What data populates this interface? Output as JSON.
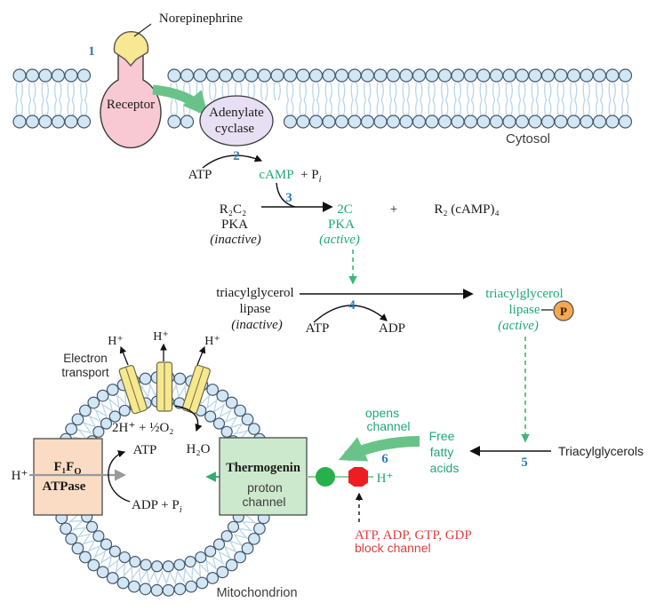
{
  "palette": {
    "bead_fill": "#d3e6f4",
    "bead_stroke": "#44596e",
    "tail": "#b9d6ec",
    "receptor_pink": "#f8c9d2",
    "ligand_yellow": "#f8e793",
    "cyclase_lavender": "#e7dff3",
    "fat_arrow_green": "#69c388",
    "text_green": "#21a877",
    "step_blue": "#2b7dc0",
    "dashed_green": "#3cb878",
    "thermo_arrow_green": "#2fae6e",
    "connector_green": "#8fcf9a",
    "gray_arrow": "#97999c",
    "p_orange": "#f5a94e",
    "red_shape": "#ee1d23",
    "red_text": "#e03e3a",
    "atpase_peach": "#f9dcc3",
    "thermogenin_green": "#cde9cd",
    "channel_yellow": "#f7e88d",
    "open_circle_green": "#27b04b"
  },
  "top": {
    "norepinephrine": "Norepinephrine",
    "step1": "1",
    "receptor": "Receptor",
    "adenylate1": "Adenylate",
    "adenylate2": "cyclase",
    "cytosol": "Cytosol"
  },
  "camp_reaction": {
    "step2": "2",
    "atp": "ATP",
    "camp": "cAMP",
    "plus_p": "+ P",
    "p_sub": "i",
    "step3": "3",
    "r2c2": "R₂C₂",
    "pka": "PKA",
    "inactive": "(inactive)",
    "two_c": "2C",
    "pka2": "PKA",
    "active": "(active)",
    "plus": "+",
    "r2camp4": "R₂ (cAMP)₄"
  },
  "lipase_reaction": {
    "step4": "4",
    "name1": "triacylglycerol",
    "name2": "lipase",
    "state_inactive": "(inactive)",
    "atp": "ATP",
    "adp": "ADP",
    "active1": "triacylglycerol",
    "active2": "lipase",
    "state_active": "(active)",
    "phospho": "P"
  },
  "hydrolysis": {
    "step5": "5",
    "triacylglycerols": "Triacylglycerols",
    "ffa1": "Free",
    "ffa2": "fatty",
    "ffa3": "acids"
  },
  "channel_control": {
    "opens1": "opens",
    "opens2": "channel",
    "step6": "6",
    "h_plus": "H⁺",
    "block1": "ATP, ADP, GTP, GDP",
    "block2": "block channel"
  },
  "mitochondrion": {
    "electron1": "Electron",
    "electron2": "transport",
    "h_out1": "H⁺",
    "h_out2": "H⁺",
    "h_out3": "H⁺",
    "o2_reaction": "2H⁺ + ½O₂",
    "water": "H₂O",
    "h_in": "H⁺",
    "f1fo_main": "F₁F",
    "f1fo_sub": "O",
    "atpase": "ATPase",
    "atp": "ATP",
    "adp_p": "ADP + P",
    "adp_p_sub": "i",
    "thermogenin": "Thermogenin",
    "proton": "proton",
    "channel": "channel",
    "caption": "Mitochondrion"
  }
}
